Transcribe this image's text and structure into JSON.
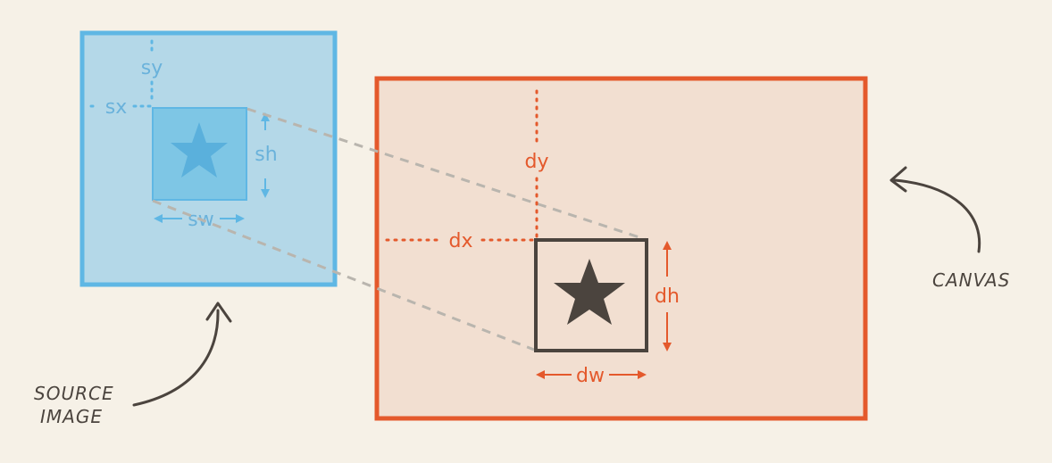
{
  "source": {
    "labels": {
      "sx": "sx",
      "sy": "sy",
      "sw": "sw",
      "sh": "sh"
    },
    "caption_line1": "SOURCE",
    "caption_line2": "IMAGE"
  },
  "canvas": {
    "labels": {
      "dx": "dx",
      "dy": "dy",
      "dw": "dw",
      "dh": "dh"
    },
    "caption": "CANVAS"
  },
  "colors": {
    "source_fill": "#b4d8e8",
    "source_border": "#5fb7e4",
    "source_inner_fill": "#7ec6e5",
    "source_star": "#5ab0dc",
    "canvas_fill": "#f2dfd1",
    "canvas_border": "#e4592c",
    "dest_border": "#4b443e",
    "dest_star": "#4b443e",
    "projection_line": "#b9b5ae",
    "background": "#f6f1e7"
  },
  "icons": {
    "source_star": "star-icon",
    "dest_star": "star-icon",
    "source_arrow": "curved-arrow-icon",
    "canvas_arrow": "curved-arrow-icon"
  }
}
